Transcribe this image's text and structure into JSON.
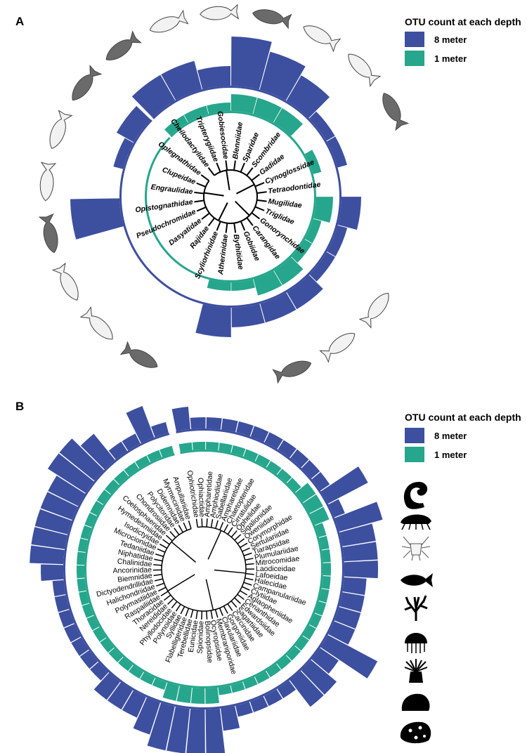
{
  "colors": {
    "m8": "#3d4f9f",
    "m1": "#26a68c",
    "text": "#000000"
  },
  "panels": [
    {
      "letter": "A",
      "legend": {
        "title": "OTU count at each depth",
        "m8_label": "8 meter",
        "m1_label": "1 meter"
      },
      "chart_data": {
        "type": "circular-bar",
        "title": "OTU count at each depth",
        "series": [
          {
            "name": "8 meter"
          },
          {
            "name": "1 meter"
          }
        ],
        "categories": [
          "Cheilodactylidae",
          "Tripterygiidae",
          "Gobiesocidae",
          "Blenniidae",
          "Sparidae",
          "Scombridae",
          "Gadidae",
          "Cynoglossidae",
          "Tetraodontidae",
          "Mugilidae",
          "Triglidae",
          "Gonorynchidae",
          "Carangidae",
          "Gobiidae",
          "Bythitidae",
          "Atherinidae",
          "Scyliorhinidae",
          "Rajidae",
          "Dasyatidae",
          "Pseudochromidae",
          "Opistognathidae",
          "Engraulidae",
          "Clupeidae",
          "Oplegnathidae"
        ],
        "m8": [
          3,
          3,
          2,
          5,
          4,
          3,
          1,
          1,
          0,
          2,
          1,
          1,
          2,
          2,
          2,
          3,
          0,
          0,
          0,
          0,
          5,
          0,
          1,
          2
        ],
        "m1": [
          1,
          1,
          1,
          2,
          2,
          2,
          0,
          1,
          0,
          2,
          1,
          1,
          2,
          2,
          1,
          1,
          0,
          0,
          0,
          0,
          0,
          0,
          0,
          0
        ]
      }
    },
    {
      "letter": "B",
      "legend": {
        "title": "OTU count at each depth",
        "m8_label": "8 meter",
        "m1_label": "1 meter"
      },
      "chart_data": {
        "type": "circular-bar",
        "title": "OTU count at each depth",
        "series": [
          {
            "name": "8 meter"
          },
          {
            "name": "1 meter"
          }
        ],
        "categories": [
          "Ophiotrichidae",
          "Ophiactidae",
          "Ampharetidae",
          "Amphiodiidae",
          "Sabellariidae",
          "Ampharetidae",
          "Chaetopteridae",
          "Cirratulidae",
          "Ophelidae",
          "Sigalionidae",
          "Oweniidae",
          "Corymorphidae",
          "Sertulariidae",
          "Tiarapsidae",
          "Plumulariidae",
          "Mitrocomidae",
          "Laodiceidae",
          "Lafoeidae",
          "Halecidae",
          "Campanulariidae",
          "Clytiidae",
          "Aglaopheniidae",
          "Cerianthidae",
          "Edwardsiidae",
          "Sagartiidae",
          "Carcinidae",
          "Gorgoniidae",
          "Clavulariidae",
          "Membraniporidae",
          "Ocyropsidae",
          "Bolinopsidae",
          "Spionidae",
          "Eunicidae",
          "Terebellidae",
          "Flabelligeridae",
          "Syllidae",
          "Polynoidae",
          "Phyllodocidae",
          "Nereididae",
          "Thoracidae",
          "Raspailiidae",
          "Polymastiidae",
          "Halichondriidae",
          "Dictyodendrillidae",
          "Biemnidae",
          "Ancorinidae",
          "Chalinidae",
          "Niphatidae",
          "Tedaniidae",
          "Microcionidae",
          "Isodictyidae",
          "Hymedesmiidae",
          "Coelosphaeridae",
          "Chondrosiidae",
          "Polycitoridae",
          "Didemnidae",
          "Myrmecinidae",
          "Ampullariidae"
        ],
        "m8": [
          2,
          1,
          1,
          1,
          1,
          1,
          1,
          1,
          1,
          1,
          1,
          4,
          1,
          4,
          3,
          3,
          3,
          2,
          2,
          2,
          2,
          5,
          2,
          3,
          3,
          1,
          1,
          1,
          1,
          2,
          5,
          4,
          4,
          4,
          3,
          2,
          2,
          2,
          1,
          1,
          1,
          1,
          1,
          1,
          1,
          2,
          3,
          3,
          3,
          3,
          3,
          4,
          4,
          3,
          1,
          1,
          3,
          1
        ],
        "m1": [
          1,
          1,
          1,
          1,
          1,
          1,
          1,
          1,
          1,
          1,
          2,
          2,
          2,
          1,
          1,
          1,
          1,
          1,
          1,
          1,
          1,
          1,
          1,
          1,
          1,
          1,
          1,
          1,
          1,
          1,
          2,
          2,
          2,
          2,
          1,
          1,
          1,
          1,
          1,
          1,
          1,
          1,
          1,
          1,
          1,
          1,
          1,
          1,
          1,
          1,
          1,
          1,
          1,
          1,
          1,
          1,
          1,
          1
        ]
      }
    }
  ]
}
